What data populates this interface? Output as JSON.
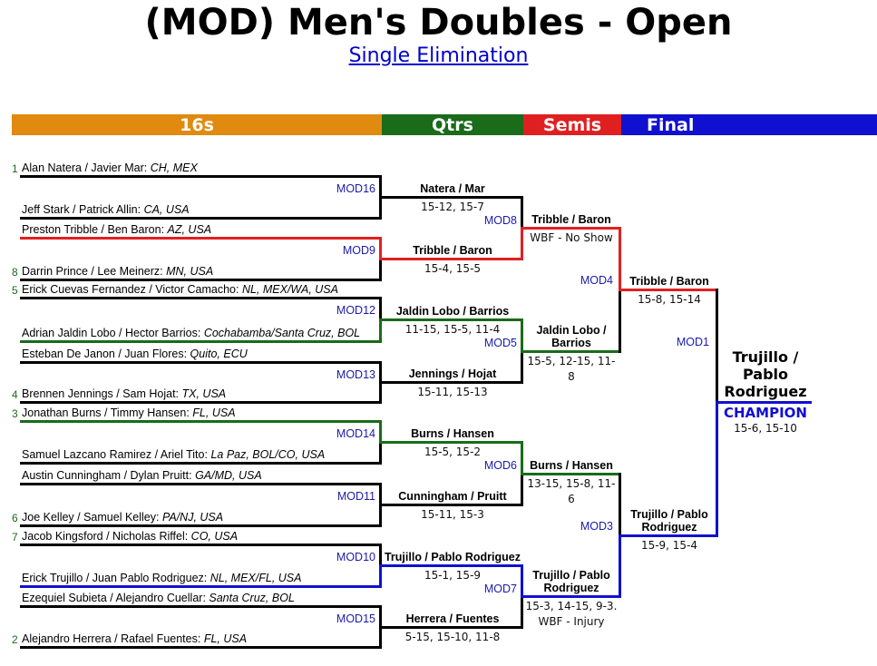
{
  "page": {
    "title": "(MOD) Men's Doubles - Open",
    "subtitle_link": "Single Elimination"
  },
  "rounds": {
    "r16": "16s",
    "qtrs": "Qtrs",
    "semis": "Semis",
    "final": "Final"
  },
  "colors": {
    "r16": "#e08a10",
    "qtrs": "#1a6b1a",
    "semis": "#e02020",
    "final": "#1010d0",
    "line_default": "#000000"
  },
  "entries": [
    {
      "seed": "1",
      "names": "Alan Natera / Javier Mar",
      "loc": "CH, MEX"
    },
    {
      "seed": "",
      "names": "Jeff Stark / Patrick Allin",
      "loc": "CA, USA"
    },
    {
      "seed": "",
      "names": "Preston Tribble / Ben Baron",
      "loc": "AZ, USA"
    },
    {
      "seed": "8",
      "names": "Darrin Prince / Lee Meinerz",
      "loc": "MN, USA"
    },
    {
      "seed": "5",
      "names": "Erick Cuevas Fernandez / Victor Camacho",
      "loc": "NL, MEX/WA, USA"
    },
    {
      "seed": "",
      "names": "Adrian Jaldin Lobo / Hector Barrios",
      "loc": "Cochabamba/Santa Cruz, BOL"
    },
    {
      "seed": "",
      "names": "Esteban De Janon / Juan Flores",
      "loc": "Quito, ECU"
    },
    {
      "seed": "4",
      "names": "Brennen Jennings / Sam Hojat",
      "loc": "TX, USA"
    },
    {
      "seed": "3",
      "names": "Jonathan Burns / Timmy Hansen",
      "loc": "FL, USA"
    },
    {
      "seed": "",
      "names": "Samuel Lazcano Ramirez / Ariel Tito",
      "loc": "La Paz, BOL/CO, USA"
    },
    {
      "seed": "",
      "names": "Austin Cunningham / Dylan Pruitt",
      "loc": "GA/MD, USA"
    },
    {
      "seed": "6",
      "names": "Joe Kelley / Samuel Kelley",
      "loc": "PA/NJ, USA"
    },
    {
      "seed": "7",
      "names": "Jacob Kingsford / Nicholas Riffel",
      "loc": "CO, USA"
    },
    {
      "seed": "",
      "names": "Erick Trujillo / Juan Pablo Rodriguez",
      "loc": "NL, MEX/FL, USA"
    },
    {
      "seed": "",
      "names": "Ezequiel Subieta / Alejandro Cuellar",
      "loc": "Santa Cruz, BOL"
    },
    {
      "seed": "2",
      "names": "Alejandro Herrera / Rafael Fuentes",
      "loc": "FL, USA"
    }
  ],
  "r16_matches": [
    {
      "code": "MOD16",
      "winner": "Natera / Mar",
      "score": "15-12, 15-7"
    },
    {
      "code": "MOD9",
      "winner": "Tribble / Baron",
      "score": "15-4, 15-5"
    },
    {
      "code": "MOD12",
      "winner": "Jaldin Lobo / Barrios",
      "score": "11-15, 15-5, 11-4"
    },
    {
      "code": "MOD13",
      "winner": "Jennings / Hojat",
      "score": "15-11, 15-13"
    },
    {
      "code": "MOD14",
      "winner": "Burns / Hansen",
      "score": "15-5, 15-2"
    },
    {
      "code": "MOD11",
      "winner": "Cunningham / Pruitt",
      "score": "15-11, 15-3"
    },
    {
      "code": "MOD10",
      "winner": "Trujillo / Pablo Rodriguez",
      "score": "15-1, 15-9"
    },
    {
      "code": "MOD15",
      "winner": "Herrera / Fuentes",
      "score": "5-15, 15-10, 11-8"
    }
  ],
  "qtr_matches": [
    {
      "code": "MOD8",
      "winner": "Tribble / Baron",
      "score": "WBF - No Show"
    },
    {
      "code": "MOD5",
      "winner": "Jaldin Lobo / Barrios",
      "score": "15-5, 12-15, 11-8"
    },
    {
      "code": "MOD6",
      "winner": "Burns / Hansen",
      "score": "13-15, 15-8, 11-6"
    },
    {
      "code": "MOD7",
      "winner": "Trujillo / Pablo Rodriguez",
      "score": "15-3, 14-15, 9-3. WBF - Injury"
    }
  ],
  "semi_matches": [
    {
      "code": "MOD4",
      "winner": "Tribble / Baron",
      "score": "15-8, 15-14"
    },
    {
      "code": "MOD3",
      "winner": "Trujillo / Pablo Rodriguez",
      "score": "15-9, 15-4"
    }
  ],
  "final": {
    "code": "MOD1",
    "winner": "Trujillo / Pablo Rodriguez",
    "label": "CHAMPION",
    "score": "15-6, 15-10"
  }
}
